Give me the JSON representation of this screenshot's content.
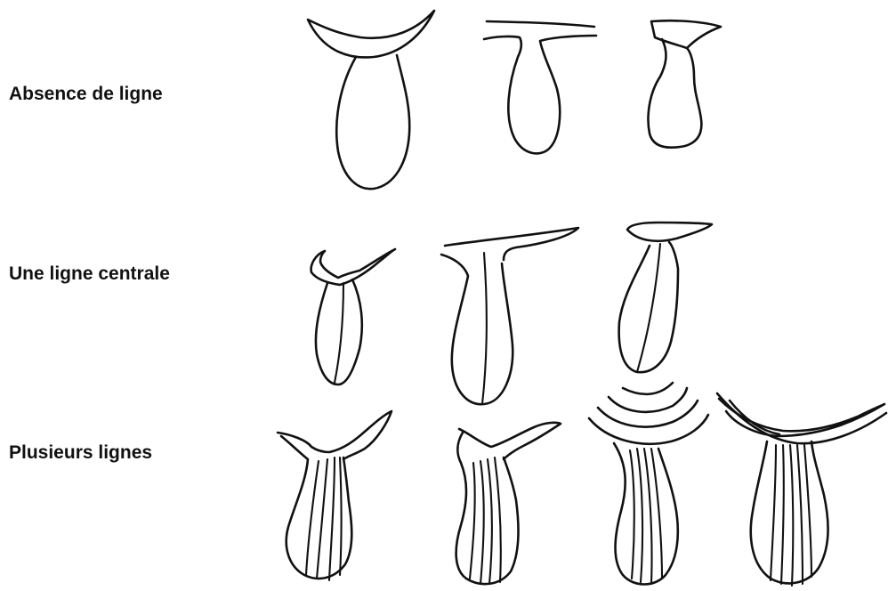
{
  "rows": [
    {
      "label": "Absence de ligne"
    },
    {
      "label": "Une ligne centrale"
    },
    {
      "label": "Plusieurs lignes"
    }
  ],
  "colors": {
    "ink": "#111111",
    "background": "#ffffff"
  }
}
